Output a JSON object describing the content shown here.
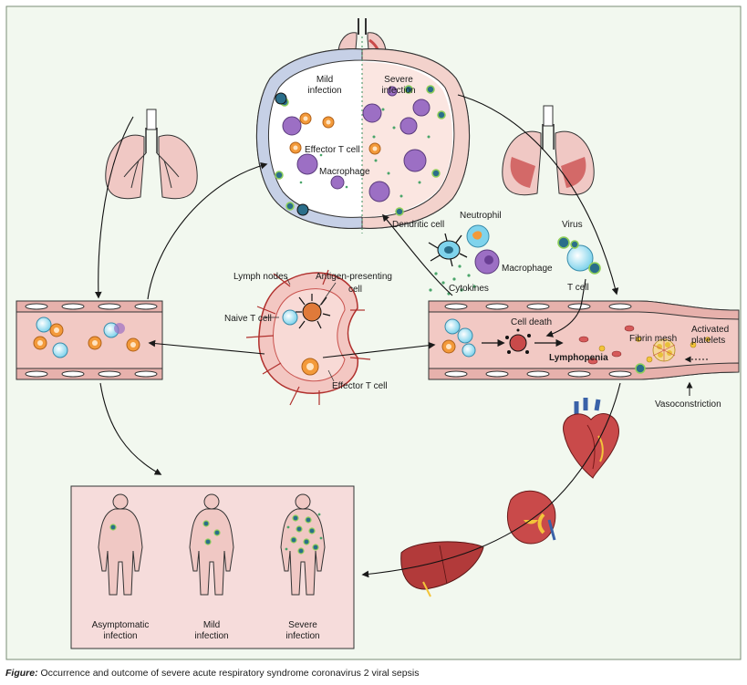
{
  "labels": {
    "mild_infection": [
      "Mild",
      "infection"
    ],
    "severe_infection": [
      "Severe",
      "infection"
    ],
    "effector_t_cell_alveolus": "Effector T cell",
    "macrophage_alveolus": "Macrophage",
    "dendritic_cell": "Dendritic cell",
    "neutrophil": "Neutrophil",
    "macrophage_blood": "Macrophage",
    "cytokines": "Cytokines",
    "virus": "Virus",
    "t_cell": "T cell",
    "lymph_nodes": "Lymph nodes",
    "antigen_presenting_cell": [
      "Antigen-presenting",
      "cell"
    ],
    "naive_t_cell": "Naive T cell",
    "effector_t_cell_lymph": "Effector T cell",
    "cell_death": "Cell death",
    "lymphopenia": "Lymphopenia",
    "fibrin_mesh": "Fibrin mesh",
    "activated_platelets": [
      "Activated",
      "platelets"
    ],
    "vasoconstriction": "Vasoconstriction",
    "outcome_asymptomatic": [
      "Asymptomatic",
      "infection"
    ],
    "outcome_mild": [
      "Mild",
      "infection"
    ],
    "outcome_severe": [
      "Severe",
      "infection"
    ]
  },
  "caption": {
    "label": "Figure:",
    "text": " Occurrence and outcome of severe acute respiratory syndrome coronavirus 2 viral sepsis"
  },
  "colors": {
    "frame_bg": "#f2f8ef",
    "frame_border": "#7a8c76",
    "vessel": "#f2c9c4",
    "vessel_dark": "#d79a95",
    "lung": "#f0c8c4",
    "lung_severe": "#c94a4a",
    "macrophage": "#9c6fc4",
    "effector_t_cell": "#f39a3a",
    "naive_t_cell": "#7fd3ec",
    "virus": "#2b6e8a",
    "outcome_box": "#f6dcdb"
  },
  "icons": [
    "lung-icon",
    "blood-vessel-icon",
    "lymph-node-icon",
    "heart-icon",
    "kidney-icon",
    "liver-icon",
    "body-silhouette-icon",
    "virus-icon"
  ]
}
